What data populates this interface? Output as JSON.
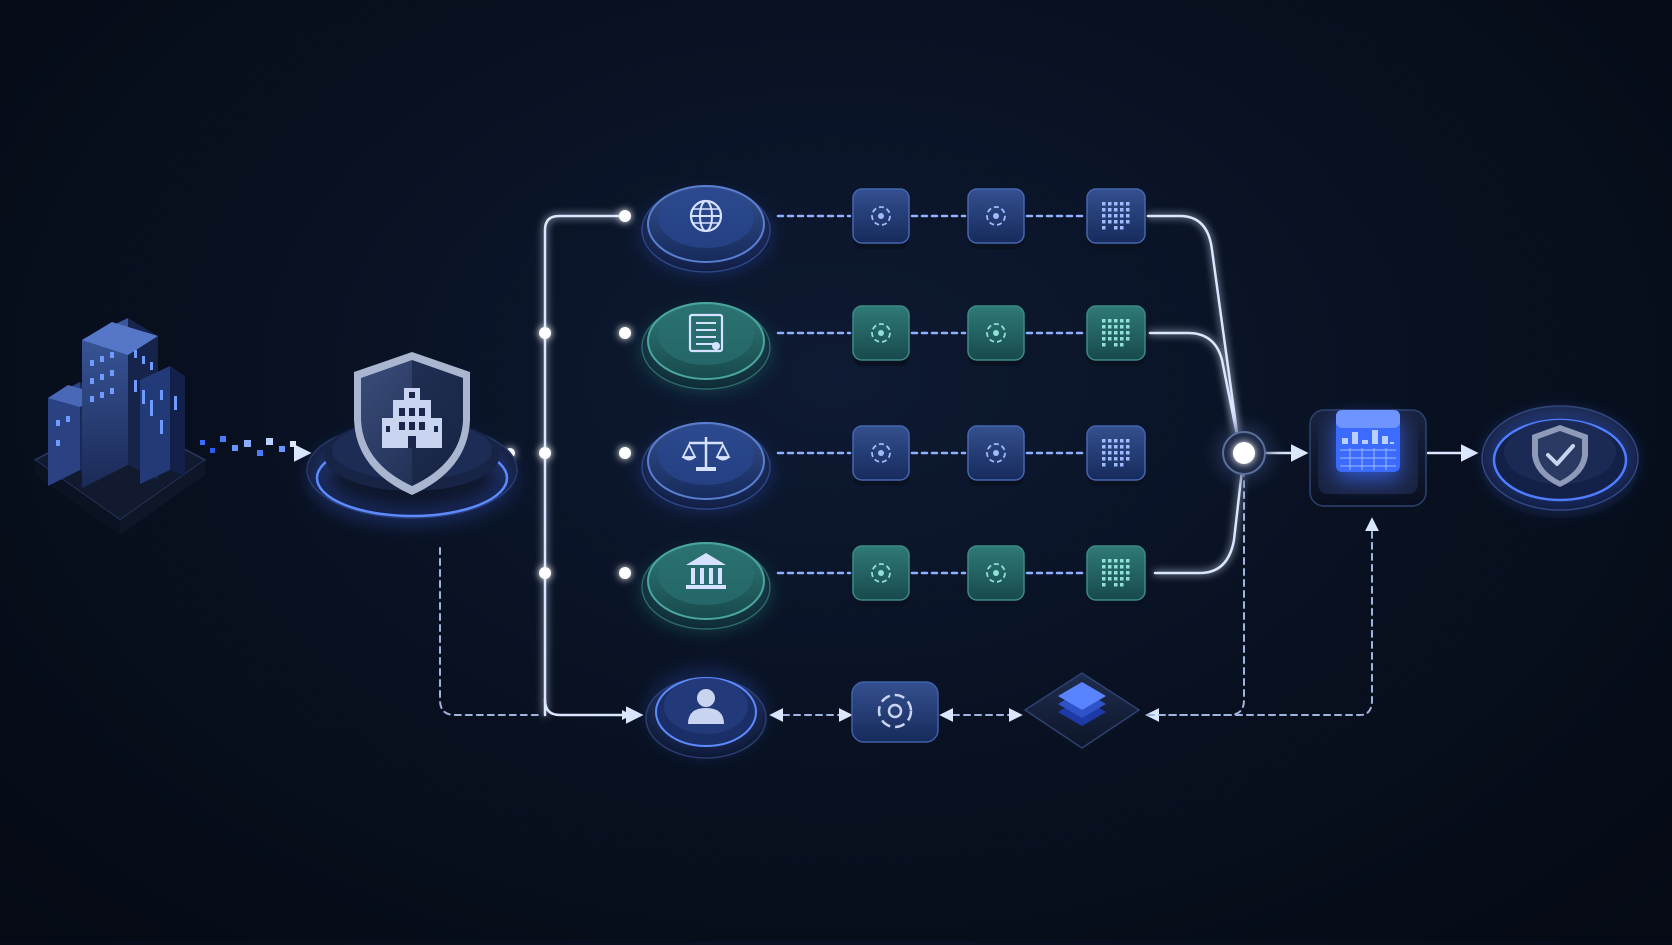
{
  "colors": {
    "background": "#07101f",
    "line": "#dbe6ff",
    "glow_blue": "#3b6bff",
    "glow_teal": "#2fb7a8",
    "node_blue": "#1d3a7a",
    "node_teal": "#1f5c5e",
    "node_dark": "#121c33"
  },
  "nodes": {
    "source": {
      "icon": "building-icon"
    },
    "gateway": {
      "icon": "shield-building-icon"
    },
    "channels": [
      {
        "icon": "globe-icon",
        "tone": "blue"
      },
      {
        "icon": "document-icon",
        "tone": "teal"
      },
      {
        "icon": "scales-icon",
        "tone": "blue"
      },
      {
        "icon": "bank-icon",
        "tone": "teal"
      }
    ],
    "user": {
      "icon": "user-icon"
    },
    "user_process": {
      "icon": "target-icon"
    },
    "storage": {
      "icon": "layers-icon"
    },
    "merge": {
      "icon": "merge-point-icon"
    },
    "aggregator": {
      "icon": "data-grid-cube-icon"
    },
    "result": {
      "icon": "shield-check-icon"
    }
  },
  "stages": {
    "per_row": [
      "radar-icon",
      "radar-icon",
      "data-grid-icon"
    ]
  }
}
